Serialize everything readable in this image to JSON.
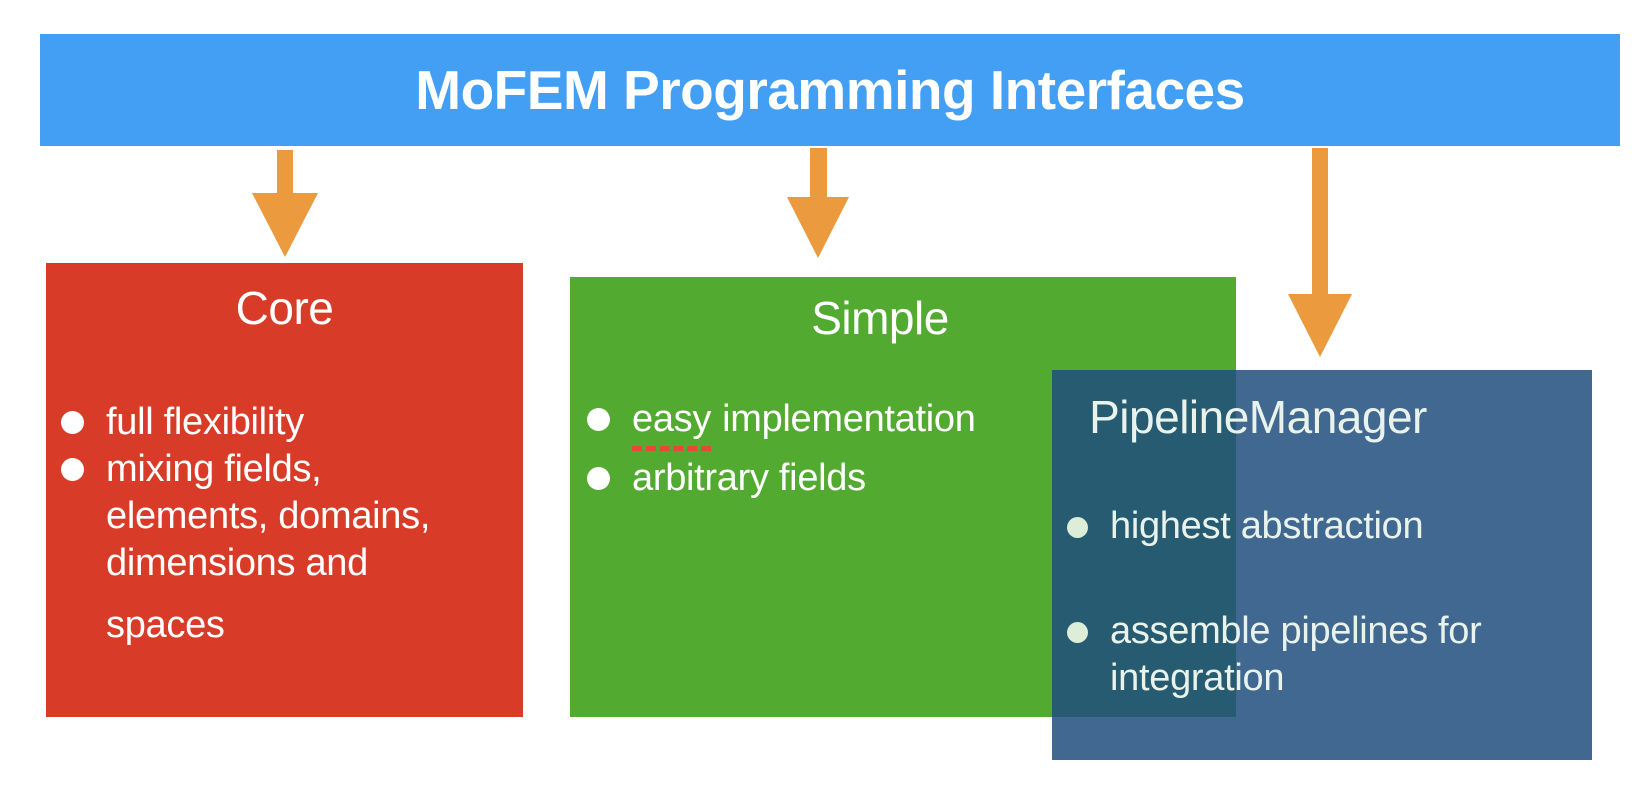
{
  "slide": {
    "header": {
      "title": "MoFEM Programming Interfaces"
    },
    "boxes": {
      "core": {
        "title": "Core",
        "bullet1": "full flexibility",
        "bullet2_line1": "mixing fields,",
        "bullet2_line2": "elements, domains,",
        "bullet2_line3": "dimensions and",
        "bullet2_line4": "spaces"
      },
      "simple": {
        "title": "Simple",
        "bullet1_word_underlined": "easy",
        "bullet1_rest": "implementation",
        "bullet2": "arbitrary fields"
      },
      "pipeline_manager": {
        "title": "PipelineManager",
        "bullet1": "highest abstraction",
        "bullet2_line1": "assemble pipelines for",
        "bullet2_line2": "integration"
      }
    },
    "arrows": {
      "count": 3,
      "targets": [
        "core",
        "simple",
        "pipeline_manager"
      ]
    },
    "palette": {
      "header_blue": "#439ff4",
      "core_red": "#d83c28",
      "simple_green": "#53aa31",
      "pipeline_steel_blue_base": "#204e7c",
      "pipeline_opacity": 0.85,
      "pipeline_over_white": "#41688f",
      "pipeline_over_green_teal": "#2a5e66",
      "arrow_orange": "#eb9a3d",
      "spellcheck_red": "#e8483a",
      "text_on_boxes": "#ffffff",
      "text_on_pipeline": "#e9f3ec",
      "pipeline_bullet_dot": "#dcedd8",
      "background": "#ffffff"
    }
  }
}
